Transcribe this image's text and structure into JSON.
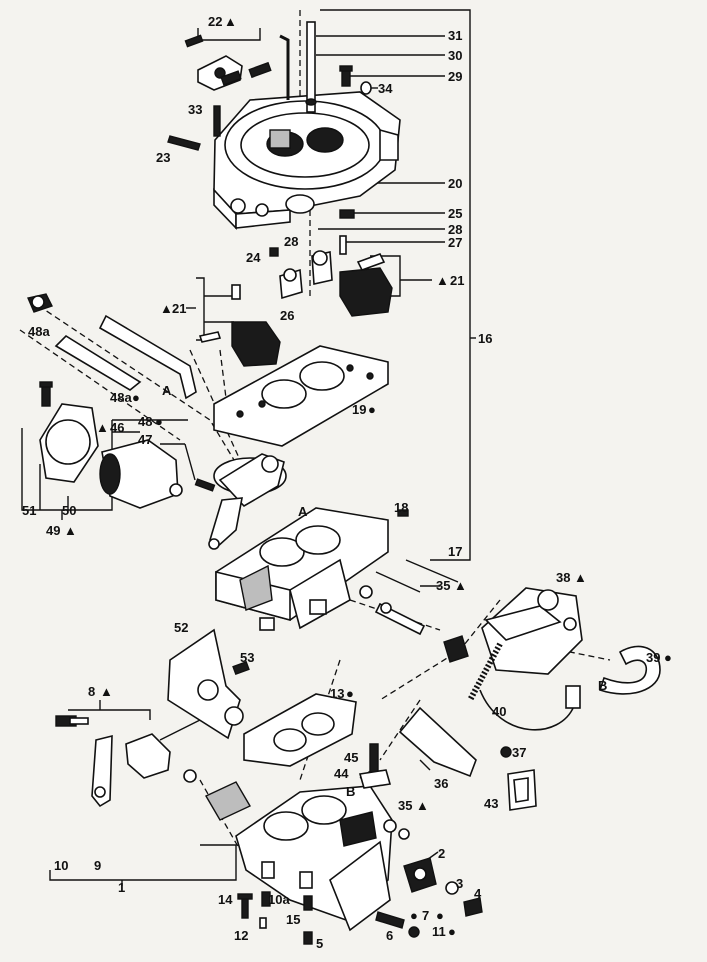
{
  "diagram": {
    "labels": {
      "l1": "1",
      "l2": "2",
      "l3": "3",
      "l4": "4",
      "l5": "5",
      "l6": "6",
      "l7": "7",
      "l8": "8",
      "l9": "9",
      "l10": "10",
      "l10a": "10a",
      "l11": "11",
      "l12": "12",
      "l13": "13",
      "l14": "14",
      "l15": "15",
      "l16": "16",
      "l17": "17",
      "l18": "18",
      "l19": "19",
      "l20": "20",
      "l21a": "21",
      "l21b": "21",
      "l22": "22",
      "l23": "23",
      "l24": "24",
      "l25": "25",
      "l26": "26",
      "l27": "27",
      "l28a": "28",
      "l28b": "28",
      "l29": "29",
      "l30": "30",
      "l31": "31",
      "l33": "33",
      "l34": "34",
      "l35a": "35",
      "l35b": "35",
      "l36": "36",
      "l37": "37",
      "l38": "38",
      "l39": "39",
      "l40": "40",
      "l43": "43",
      "l44": "44",
      "l45": "45",
      "l46": "46",
      "l47": "47",
      "l48a": "48a",
      "l48b": "48a",
      "l48c": "48",
      "l49": "49",
      "l50": "50",
      "l51": "51",
      "l52": "52",
      "l53": "53",
      "lA1": "A",
      "lA2": "A",
      "lB1": "B",
      "lB2": "B"
    },
    "markers": {
      "triangle": "▲",
      "dot": "●"
    }
  }
}
